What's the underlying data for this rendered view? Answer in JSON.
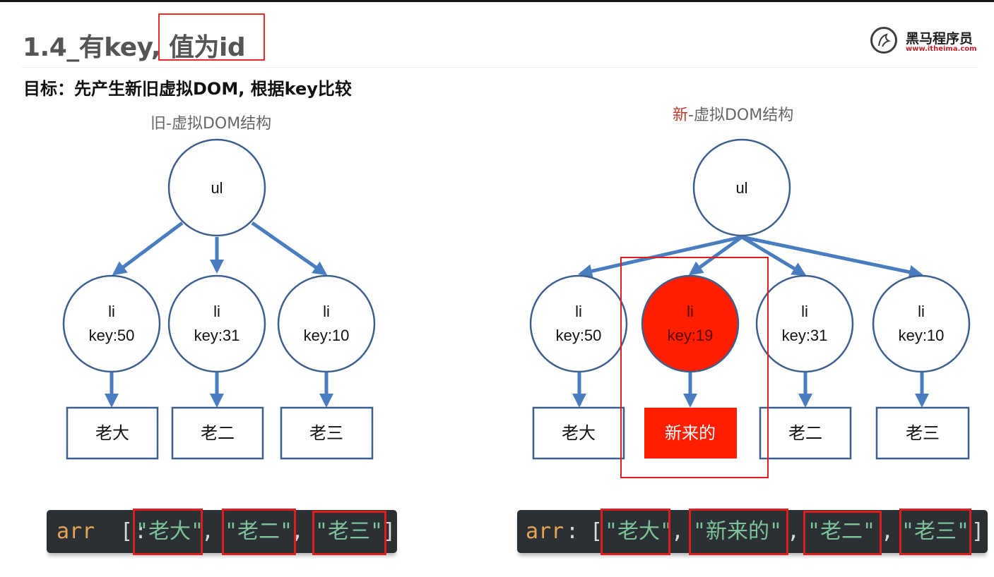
{
  "slide": {
    "title_prefix": "1.4_有key, ",
    "title_highlight": "值为id",
    "goal": "目标：先产生新旧虚拟DOM, 根据key比较"
  },
  "logo": {
    "icon_name": "horse-logo-icon",
    "name": "黑马程序员",
    "url": "www.itheima.com"
  },
  "old_tree": {
    "caption": "旧-虚拟DOM结构",
    "root_label": "ul",
    "nodes": [
      {
        "tag": "li",
        "key": "key:50",
        "text": "老大"
      },
      {
        "tag": "li",
        "key": "key:31",
        "text": "老二"
      },
      {
        "tag": "li",
        "key": "key:10",
        "text": "老三"
      }
    ]
  },
  "new_tree": {
    "caption_accent": "新",
    "caption_rest": "-虚拟DOM结构",
    "root_label": "ul",
    "nodes": [
      {
        "tag": "li",
        "key": "key:50",
        "text": "老大"
      },
      {
        "tag": "li",
        "key": "key:19",
        "text": "新来的",
        "is_new": true
      },
      {
        "tag": "li",
        "key": "key:31",
        "text": "老二"
      },
      {
        "tag": "li",
        "key": "key:10",
        "text": "老三"
      }
    ]
  },
  "code_old": {
    "var_name": "arr",
    "colon": ":",
    "open_bracket": "[",
    "close_bracket": "]",
    "comma": ",",
    "items": [
      "\"老大\"",
      "\"老二\"",
      "\"老三\""
    ]
  },
  "code_new": {
    "var_name": "arr",
    "colon": ":",
    "open_bracket": "[",
    "close_bracket": "]",
    "comma": ",",
    "items": [
      "\"老大\"",
      "\"新来的\"",
      "\"老二\"",
      "\"老三\""
    ]
  },
  "colors": {
    "node_stroke": "#3d5f8c",
    "arrow": "#4a7dbf",
    "new_node_fill": "#ff1e00",
    "highlight_border": "#e01d1d",
    "code_bg": "#2b3034",
    "code_keyword": "#e6a455",
    "code_string": "#7ec29a"
  }
}
